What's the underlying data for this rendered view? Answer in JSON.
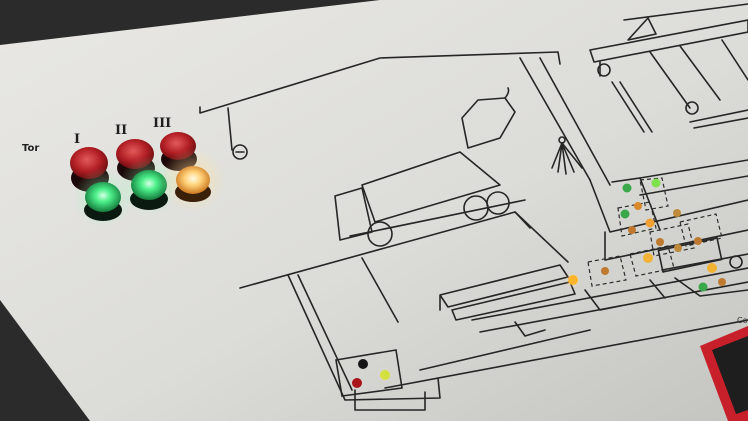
{
  "panel": {
    "gate_label": "Tor",
    "lane_labels": [
      "I",
      "II",
      "III"
    ],
    "corner_text": "Co"
  },
  "colors": {
    "board": "#ecebe6",
    "line": "#262626",
    "lamp_red": "#c0282c",
    "lamp_green": "#3fe07a",
    "lamp_amber": "#ffcf70",
    "device": "#c8202a"
  },
  "lamps": {
    "gate_signals": [
      {
        "lane": "I",
        "red": "off",
        "green": "on"
      },
      {
        "lane": "II",
        "red": "off",
        "green": "on"
      },
      {
        "lane": "III",
        "red": "off",
        "yellow": "on"
      }
    ]
  }
}
